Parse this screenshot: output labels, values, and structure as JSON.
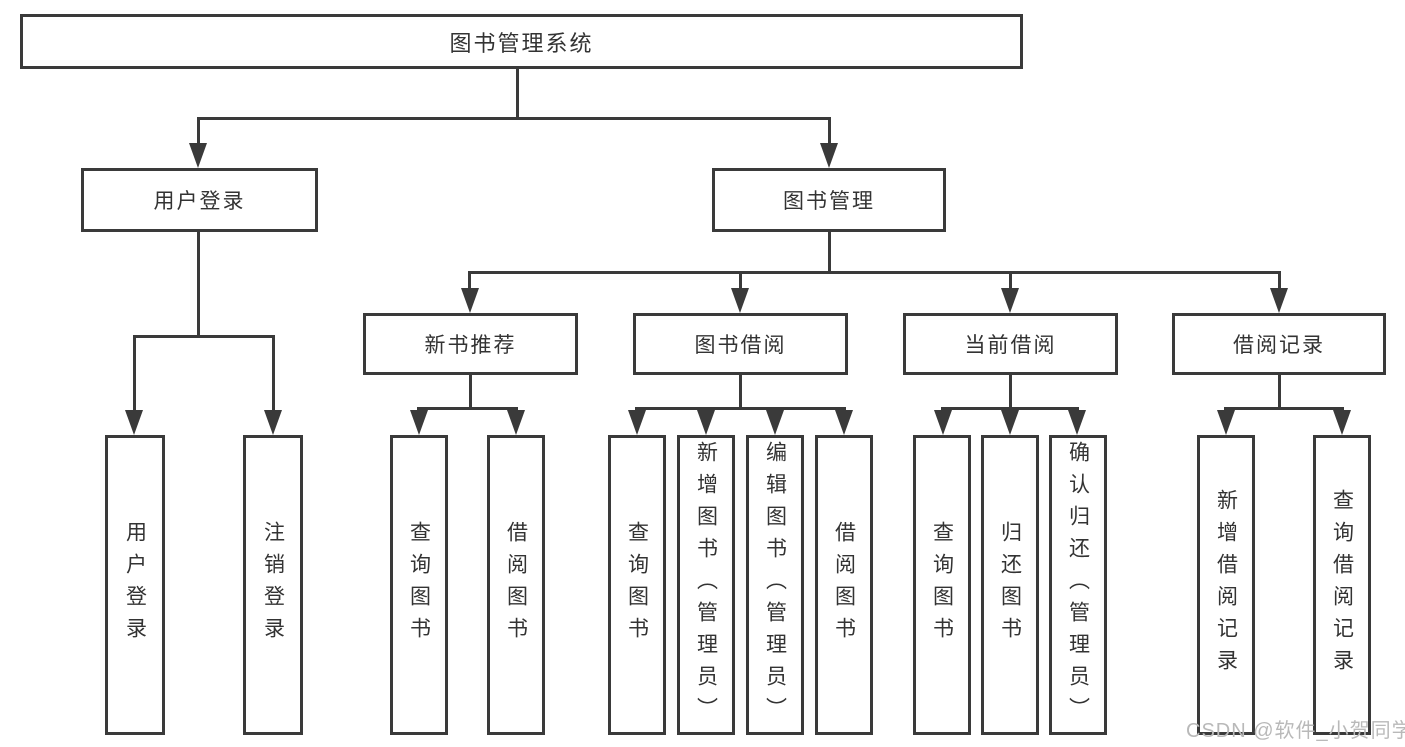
{
  "tree": {
    "root": "图书管理系统",
    "branches": [
      {
        "label": "用户登录",
        "children": [
          "用户登录",
          "注销登录"
        ]
      },
      {
        "label": "图书管理",
        "groups": [
          {
            "label": "新书推荐",
            "children": [
              "查询图书",
              "借阅图书"
            ]
          },
          {
            "label": "图书借阅",
            "children": [
              "查询图书",
              "新增图书（管理员）",
              "编辑图书（管理员）",
              "借阅图书"
            ]
          },
          {
            "label": "当前借阅",
            "children": [
              "查询图书",
              "归还图书",
              "确认归还（管理员）"
            ]
          },
          {
            "label": "借阅记录",
            "children": [
              "新增借阅记录",
              "查询借阅记录"
            ]
          }
        ]
      }
    ]
  },
  "watermark": "CSDN @软件_小贺同学",
  "colors": {
    "line": "#3a3a3a",
    "text": "#333333",
    "watermark": "#b9b9b9",
    "background": "#ffffff"
  }
}
